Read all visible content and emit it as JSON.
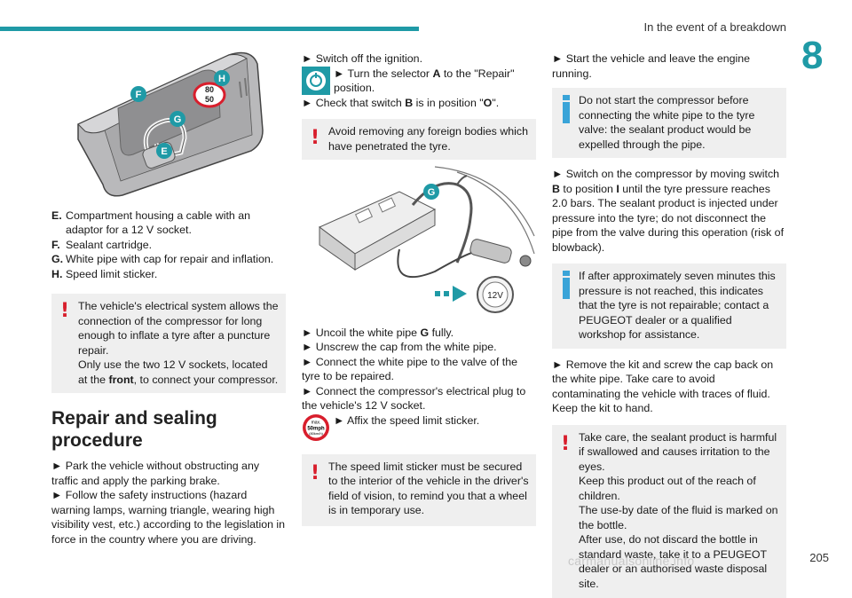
{
  "header": {
    "section_title": "In the event of a breakdown",
    "chapter": "8"
  },
  "footer": {
    "page": "205",
    "watermark": "carmanualsonline.info"
  },
  "figure1": {
    "labels": {
      "e": "E",
      "f": "F",
      "g": "G",
      "h": "H",
      "s80": "80",
      "s50": "50"
    }
  },
  "legend": [
    {
      "key": "E.",
      "text": "Compartment housing a cable with an adaptor for a 12 V socket."
    },
    {
      "key": "F.",
      "text": "Sealant cartridge."
    },
    {
      "key": "G.",
      "text": "White pipe with cap for repair and inflation."
    },
    {
      "key": "H.",
      "text": "Speed limit sticker."
    }
  ],
  "note1": {
    "line1": "The vehicle's electrical system allows the connection of the compressor for long enough to inflate a tyre after a puncture repair.",
    "line2_pre": "Only use the two 12 V sockets, located at the ",
    "line2_bold": "front",
    "line2_post": ", to connect your compressor."
  },
  "section": {
    "heading": "Repair and sealing procedure"
  },
  "steps1": [
    "► Park the vehicle without obstructing any traffic and apply the parking brake.",
    "► Follow the safety instructions (hazard warning lamps, warning triangle, wearing high visibility vest, etc.) according to the legislation in force in the country where you are driving."
  ],
  "col2": {
    "s1": "► Switch off the ignition.",
    "s2_pre": "► Turn the selector ",
    "s2_bold": "A",
    "s2_post": " to the \"Repair\" position.",
    "s3_pre": "► Check that switch ",
    "s3_bold": "B",
    "s3_mid": " is in position \"",
    "s3_bold2": "O",
    "s3_post": "\".",
    "note": "Avoid removing any foreign bodies which have penetrated the tyre.",
    "fig_label_g": "G",
    "fig_label_12v": "12V",
    "s4_pre": "► Uncoil the white pipe ",
    "s4_bold": "G",
    "s4_post": " fully.",
    "s5": "► Unscrew the cap from the white pipe.",
    "s6": "► Connect the white pipe to the valve of the tyre to be repaired.",
    "s7": "► Connect the compressor's electrical plug to the vehicle's 12 V socket.",
    "s8": "► Affix the speed limit sticker.",
    "sticker_l1": "max.",
    "sticker_l2": "50mph",
    "sticker_l3": "(80km/h)",
    "note2": "The speed limit sticker must be secured to the interior of the vehicle in the driver's field of vision, to remind you that a wheel is in temporary use."
  },
  "col3": {
    "s1": "► Start the vehicle and leave the engine running.",
    "info1": "Do not start the compressor before connecting the white pipe to the tyre valve: the sealant product would be expelled through the pipe.",
    "s2_pre": "► Switch on the compressor by moving switch ",
    "s2_b1": "B",
    "s2_mid": " to position ",
    "s2_b2": "I",
    "s2_post": " until the tyre pressure reaches 2.0 bars. The sealant product is injected under pressure into the tyre; do not disconnect the pipe from the valve during this operation (risk of blowback).",
    "info2": "If after approximately seven minutes this pressure is not reached, this indicates that the tyre is not repairable; contact a PEUGEOT dealer or a qualified workshop for assistance.",
    "s3": "► Remove the kit and screw the cap back on the white pipe. Take care to avoid contaminating the vehicle with traces of fluid. Keep the kit to hand.",
    "warn_p1": "Take care, the sealant product is harmful if swallowed and causes irritation to the eyes.",
    "warn_p2": "Keep this product out of the reach of children.",
    "warn_p3": "The use-by date of the fluid is marked on the bottle.",
    "warn_p4": "After use, do not discard the bottle in standard waste, take it to a PEUGEOT dealer or an authorised waste disposal site."
  }
}
